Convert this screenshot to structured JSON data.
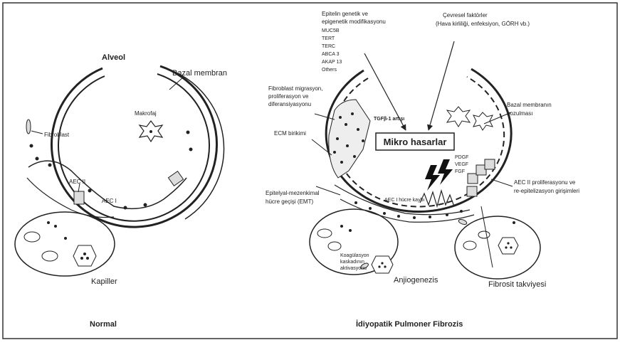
{
  "normal": {
    "alveol": "Alveol",
    "bazal_membran": "Bazal membran",
    "makrofaj": "Makrofaj",
    "fibroblast": "Fibroblast",
    "aec2": "AEC II",
    "aec1": "AEC I",
    "kapiller": "Kapiller",
    "caption": "Normal"
  },
  "ipf": {
    "genetic_lines": [
      "Epitelin genetik ve",
      "epigenetik modifikasyonu",
      "MUC5B",
      "TERT",
      "TERC",
      "ABCA 3",
      "AKAP 13",
      "Others"
    ],
    "env_lines": [
      "Çevresel faktörler",
      "(Hava kirliliği, enfeksiyon, GÖRH vb.)"
    ],
    "fibro_lines": [
      "Fibroblast migrasyon,",
      "proliferasyon ve",
      "diferansiyasyonu"
    ],
    "tgf": "TGFβ-1 artışı",
    "mikro": "Mikro hasarlar",
    "ecm": "ECM birikimi",
    "bazal_bozulma_lines": [
      "Bazal membranın",
      "bozulması"
    ],
    "growth_factors": [
      "PDGF",
      "VEGF",
      "FGF"
    ],
    "emt_lines": [
      "Epitelyal-mezenkimal",
      "hücre geçişi (EMT)"
    ],
    "aec_kaybi": "AEC I hücre kaybı",
    "aec2_lines": [
      "AEC II proliferasyonu ve",
      "re-epitelizasyon girişimleri"
    ],
    "koag_lines": [
      "Koagülasyon",
      "kaskadının",
      "aktivasyonu"
    ],
    "anjio": "Anjiogenezis",
    "fibrosit": "Fibrosit takviyesi",
    "caption": "İdiyopatik Pulmoner Fibrozis"
  }
}
